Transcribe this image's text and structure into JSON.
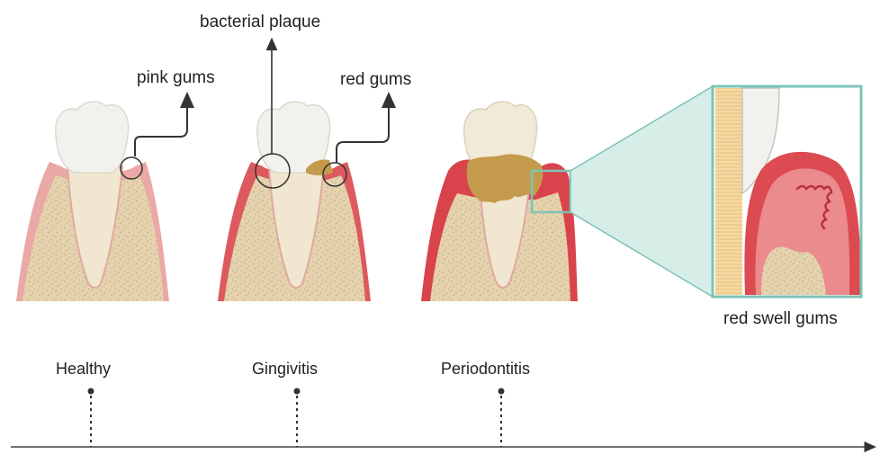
{
  "annotations": {
    "bacterial_plaque": "bacterial plaque",
    "pink_gums": "pink gums",
    "red_gums": "red gums",
    "red_swell_gums": "red swell gums"
  },
  "stages": [
    {
      "label": "Healthy"
    },
    {
      "label": "Gingivitis"
    },
    {
      "label": "Periodontitis"
    }
  ],
  "colors": {
    "pink_gum": "#eaa8a6",
    "red_gum": "#dc4b52",
    "bone": "#e5d2ae",
    "bone_speckle": "#c9b07f",
    "enamel": "#f3f1ed",
    "root": "#f1e6cf",
    "plaque": "#c49b4c",
    "zoom_frame": "#7cc4b6",
    "zoom_fill": "#d7ede8",
    "line": "#333333"
  }
}
